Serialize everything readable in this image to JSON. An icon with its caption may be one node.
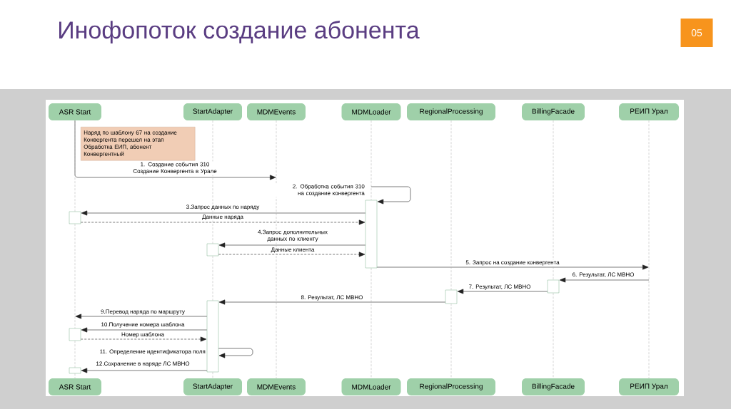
{
  "diagram": {
    "title": "Инофопоток создание абонента",
    "nodes": [
      {
        "text": [
          "ASR Start"
        ]
      },
      {
        "text": [
          "StartAdapter"
        ]
      },
      {
        "text": [
          "MDMEvents"
        ]
      },
      {
        "text": [
          "MDMLoader"
        ]
      },
      {
        "text": [
          "RegionalProcessing"
        ]
      },
      {
        "text": [
          "BillingFacade"
        ]
      },
      {
        "text": [
          "РЕИП Урал"
        ]
      },
      {
        "text": [
          "Наряд по шаблону 67 на создание Конвергента перешел на этап Обработка ЕИП, абонент Конвергентный"
        ]
      },
      {
        "text": [],
        "shape": "box"
      },
      {
        "text": [],
        "shape": "box"
      },
      {
        "text": [],
        "shape": "box"
      },
      {
        "text": [],
        "shape": "box"
      },
      {
        "text": [],
        "shape": "box"
      },
      {
        "text": [],
        "shape": "box"
      },
      {
        "text": [],
        "shape": "box"
      },
      {
        "text": [],
        "shape": "box"
      },
      {
        "text": [
          "ASR Start"
        ]
      },
      {
        "text": [
          "StartAdapter"
        ]
      },
      {
        "text": [
          "MDMEvents"
        ]
      },
      {
        "text": [
          "MDMLoader"
        ]
      },
      {
        "text": [
          "RegionalProcessing"
        ]
      },
      {
        "text": [
          "BillingFacade"
        ]
      },
      {
        "text": [
          "РЕИП Урал"
        ]
      }
    ],
    "edges": [
      {
        "from": 0,
        "to": null,
        "arrow": "to",
        "label": "1. Создание события 310 Создание Конвергента в Урале"
      },
      {
        "from": null,
        "to": 8,
        "arrow": "to",
        "label": "2. Обработка события 310 на создание конвергента"
      },
      {
        "from": 8,
        "to": 9,
        "arrow": "to",
        "label": "3.Запрос данных по наряду"
      },
      {
        "from": 9,
        "to": 8,
        "arrow": "to",
        "label": "Данные наряда",
        "style": "dashed"
      },
      {
        "from": 8,
        "to": 10,
        "arrow": "to",
        "label": "4.Запрос дополнительных данных по клиенту"
      },
      {
        "from": 10,
        "to": 8,
        "arrow": "to",
        "label": "Данные клиента",
        "style": "dashed"
      },
      {
        "from": 8,
        "to": null,
        "arrow": "to",
        "label": "5. Запрос на создание конвергента"
      },
      {
        "from": null,
        "to": 11,
        "arrow": "to",
        "label": "6. Результат, ЛС МВНО"
      },
      {
        "from": 11,
        "to": 12,
        "arrow": "to",
        "label": "7. Результат, ЛС МВНО"
      },
      {
        "from": 12,
        "to": 13,
        "arrow": "to",
        "label": "8. Результат, ЛС МВНО"
      },
      {
        "from": 13,
        "to": null,
        "arrow": "to",
        "label": "9.Перевод наряда по маршруту"
      },
      {
        "from": 13,
        "to": 14,
        "arrow": "to",
        "label": "10.Получение номера шаблона"
      },
      {
        "from": 14,
        "to": 13,
        "arrow": "to",
        "label": "Номер шаблона",
        "style": "dashed"
      },
      {
        "from": 13,
        "to": 13,
        "arrow": "to",
        "label": "11. Определение идентификатора поля"
      },
      {
        "from": 13,
        "to": 15,
        "arrow": "to",
        "label": "12.Сохранение в наряде ЛС МВНО"
      },
      {
        "from": 0,
        "to": 9,
        "arrow": "none",
        "style": "dashed",
        "color": "#aaaaaa"
      },
      {
        "from": 9,
        "to": 14,
        "arrow": "none",
        "style": "dashed",
        "color": "#aaaaaa"
      },
      {
        "from": 14,
        "to": 15,
        "arrow": "none",
        "style": "dashed",
        "color": "#aaaaaa"
      },
      {
        "from": 15,
        "to": 16,
        "arrow": "none",
        "style": "dashed",
        "color": "#aaaaaa"
      },
      {
        "from": 1,
        "to": 10,
        "arrow": "none",
        "style": "dashed",
        "color": "#aaaaaa"
      },
      {
        "from": 10,
        "to": 13,
        "arrow": "none",
        "style": "dashed",
        "color": "#aaaaaa"
      },
      {
        "from": 13,
        "to": 17,
        "arrow": "none",
        "style": "dashed",
        "color": "#aaaaaa"
      },
      {
        "from": 2,
        "to": 18,
        "arrow": "none",
        "style": "dashed",
        "color": "#aaaaaa"
      },
      {
        "from": 3,
        "to": 8,
        "arrow": "none",
        "style": "dashed",
        "color": "#aaaaaa"
      },
      {
        "from": 8,
        "to": 19,
        "arrow": "none",
        "style": "dashed",
        "color": "#aaaaaa"
      },
      {
        "from": 4,
        "to": 12,
        "arrow": "none",
        "style": "dashed",
        "color": "#aaaaaa"
      },
      {
        "from": 12,
        "to": 20,
        "arrow": "none",
        "style": "dashed",
        "color": "#aaaaaa"
      },
      {
        "from": 5,
        "to": 11,
        "arrow": "none",
        "style": "dashed",
        "color": "#aaaaaa"
      },
      {
        "from": 11,
        "to": 21,
        "arrow": "none",
        "style": "dashed",
        "color": "#aaaaaa"
      },
      {
        "from": 6,
        "to": 22,
        "arrow": "none",
        "style": "dashed",
        "color": "#aaaaaa"
      }
    ],
    "labels": [
      "05"
    ]
  }
}
